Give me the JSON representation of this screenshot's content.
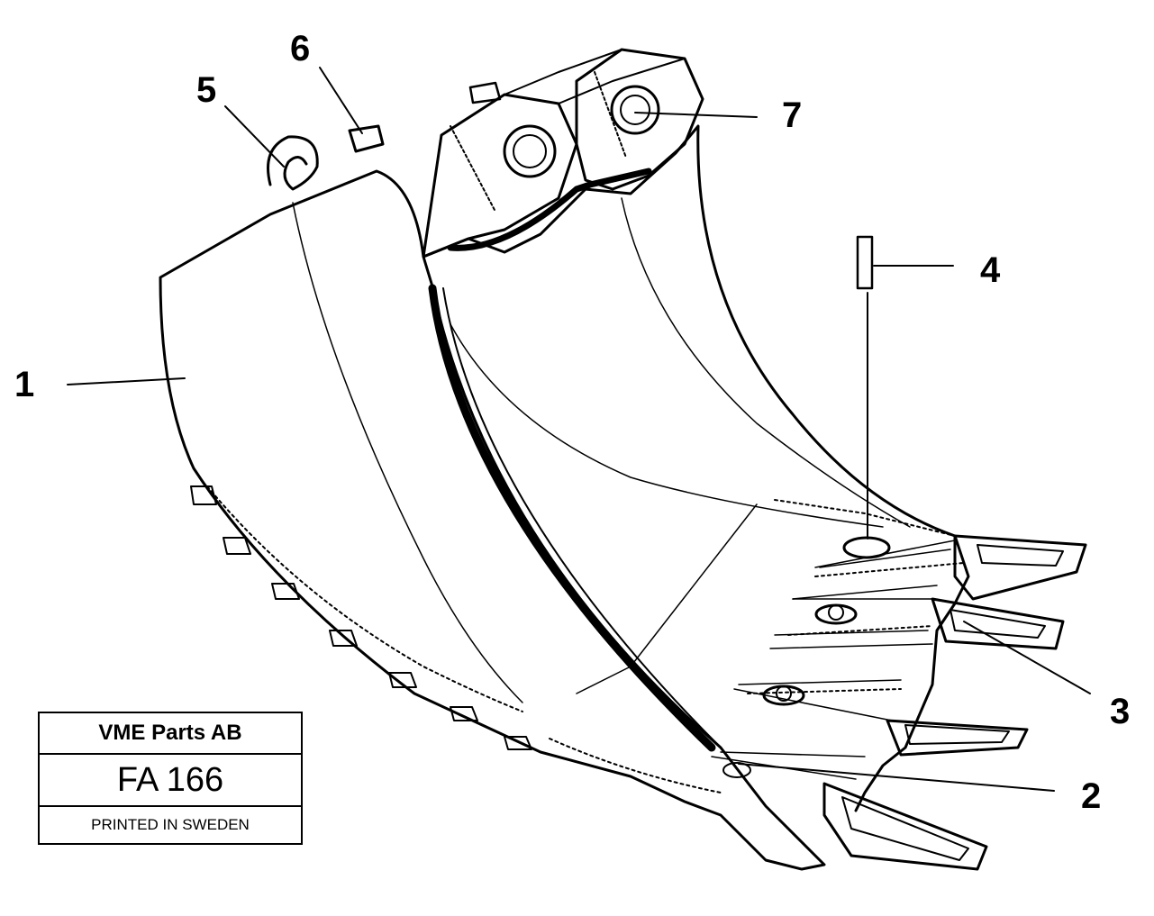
{
  "callouts": {
    "c1": "1",
    "c2": "2",
    "c3": "3",
    "c4": "4",
    "c5": "5",
    "c6": "6",
    "c7": "7"
  },
  "stamp": {
    "company": "VME Parts AB",
    "code": "FA 166",
    "printed": "PRINTED IN SWEDEN"
  },
  "colors": {
    "ink": "#000000",
    "paper": "#ffffff"
  }
}
